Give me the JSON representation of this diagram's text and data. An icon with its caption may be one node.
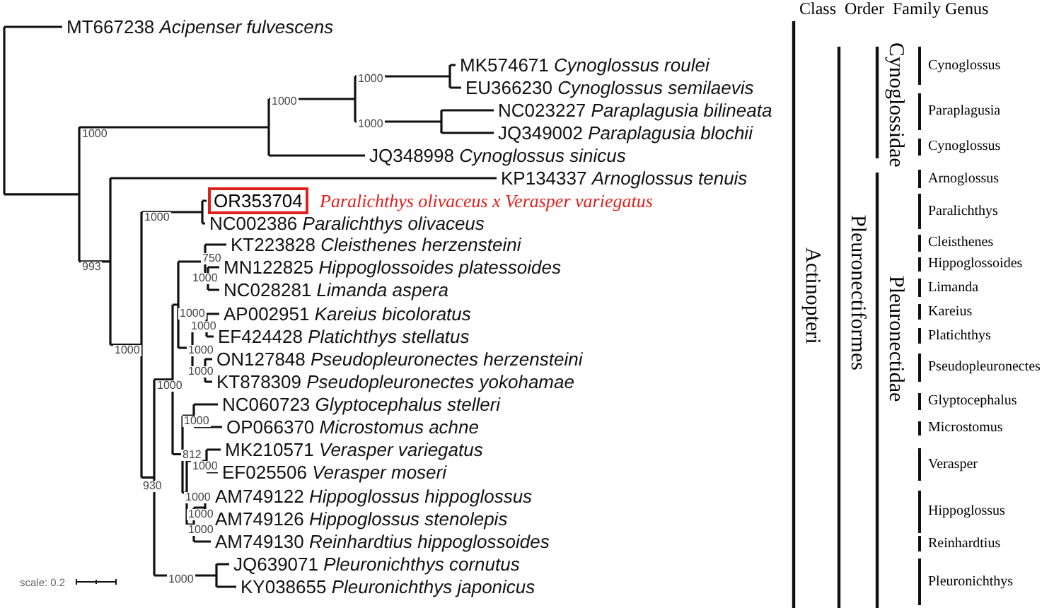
{
  "diagram": {
    "nodes": [
      {
        "text": [
          "OR353704"
        ],
        "beside": [
          "Paralichthys olivaceus x Verasper variegatus"
        ]
      }
    ],
    "labels": [
      "Class",
      "Order",
      "Family",
      "Genus",
      "MT667238 *Acipenser fulvescens*",
      "MK574671 *Cynoglossus roulei*",
      "EU366230 *Cynoglossus semilaevis*",
      "NC023227 *Paraplagusia bilineata*",
      "JQ349002 *Paraplagusia blochii*",
      "JQ348998 *Cynoglossus sinicus*",
      "KP134337 *Arnoglossus tenuis*",
      "NC002386 *Paralichthys olivaceus*",
      "KT223828 *Cleisthenes herzensteini*",
      "MN122825 *Hippoglossoides platessoides*",
      "NC028281 *Limanda aspera*",
      "AP002951 *Kareius bicoloratus*",
      "EF424428 *Platichthys stellatus*",
      "ON127848 *Pseudopleuronectes herzensteini*",
      "KT878309 *Pseudopleuronectes yokohamae*",
      "NC060723 *Glyptocephalus stelleri*",
      "OP066370 *Microstomus achne*",
      "MK210571 *Verasper variegatus*",
      "EF025506 *Verasper moseri*",
      "AM749122 *Hippoglossus hippoglossus*",
      "AM749126 *Hippoglossus stenolepis*",
      "AM749130 *Reinhardtius hippoglossoides*",
      "JQ639071 *Pleuronichthys cornutus*",
      "KY038655 *Pleuronichthys japonicus*",
      "1000",
      "1000",
      "1000",
      "1000",
      "1000",
      "750",
      "993",
      "1000",
      "1000",
      "1000",
      "1000",
      "1000",
      "1000",
      "1000",
      "1000",
      "812",
      "1000",
      "930",
      "1000",
      "1000",
      "1000",
      "1000",
      "scale: 0.2",
      "Actinopteri",
      "Pleuronectiformes",
      "Cynoglossidae",
      "Pleuronectidae",
      "Cynoglossus",
      "Paraplagusia",
      "Cynoglossus",
      "Arnoglossus",
      "Paralichthys",
      "Cleisthenes",
      "Hippoglossoides",
      "Limanda",
      "Kareius",
      "Platichthys",
      "Pseudopleuronectes",
      "Glyptocephalus",
      "Microstomus",
      "Verasper",
      "Hippoglossus",
      "Reinhardtius",
      "Pleuronichthys"
    ]
  }
}
